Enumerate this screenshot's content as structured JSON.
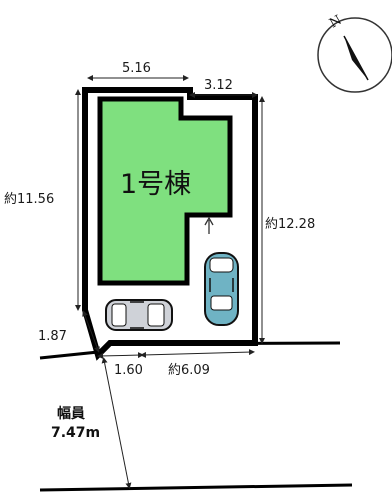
{
  "site_plan": {
    "building_label": "1号棟",
    "compass": {
      "letter": "N"
    },
    "dimensions": {
      "top_left_width": "5.16",
      "top_right_width": "3.12",
      "left_side": "約11.56",
      "right_side": "約12.28",
      "corner_cut": "1.87",
      "frontage_left": "1.60",
      "frontage_right": "約6.09"
    },
    "road": {
      "label": "幅員",
      "width": "7.47m"
    },
    "colors": {
      "building": "#7fe07f",
      "boundary": "#000000"
    }
  }
}
